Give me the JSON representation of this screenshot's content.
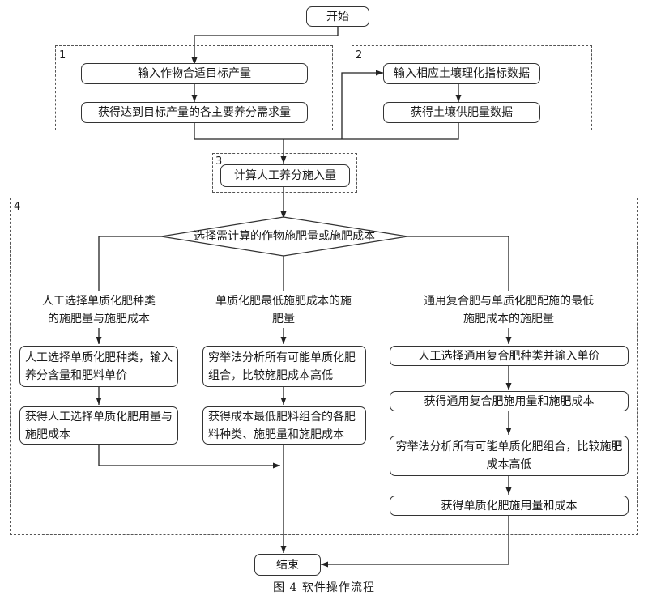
{
  "nodes": {
    "start": "开始",
    "input_yield": "输入作物合适目标产量",
    "get_demand": "获得达到目标产量的各主要养分需求量",
    "input_soil": "输入相应土壤理化指标数据",
    "get_soil": "获得土壤供肥量数据",
    "calc": "计算人工养分施入量",
    "decision": "选择需计算的作物施肥量或施肥成本",
    "branch1_label": "人工选择单质化肥种类的施肥量与施肥成本",
    "branch2_label": "单质化肥最低施肥成本的施肥量",
    "branch3_label": "通用复合肥与单质化肥配施的最低施肥成本的施肥量",
    "b1_step1": "人工选择单质化肥种类，输入养分含量和肥料单价",
    "b1_step2": "获得人工选择单质化肥用量与施肥成本",
    "b2_step1": "穷举法分析所有可能单质化肥组合，比较施肥成本高低",
    "b2_step2": "获得成本最低肥料组合的各肥料种类、施肥量和施肥成本",
    "b3_step1": "人工选择通用复合肥种类并输入单价",
    "b3_step2": "获得通用复合肥施用量和施肥成本",
    "b3_step3": "穷举法分析所有可能单质化肥组合，比较施肥成本高低",
    "b3_step4": "获得单质化肥施用量和成本",
    "end": "结束"
  },
  "groups": {
    "g1": "1",
    "g2": "2",
    "g3": "3",
    "g4": "4"
  },
  "caption": "图 4   软件操作流程"
}
